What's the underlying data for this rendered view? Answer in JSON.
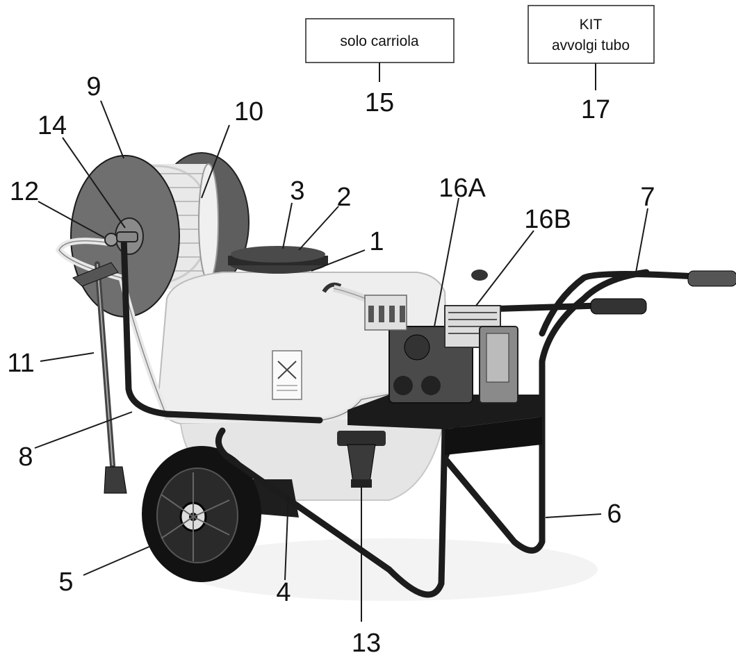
{
  "diagram": {
    "note_boxes": [
      {
        "id": "box15",
        "lines": [
          "solo carriola"
        ]
      },
      {
        "id": "box17",
        "lines": [
          "KIT",
          "avvolgi tubo"
        ]
      }
    ],
    "callouts": [
      "1",
      "2",
      "3",
      "4",
      "5",
      "6",
      "7",
      "8",
      "9",
      "10",
      "11",
      "12",
      "13",
      "14",
      "15",
      "16A",
      "16B",
      "17"
    ],
    "colors": {
      "ink": "#111111",
      "tank": "#eeeeee",
      "reel_drum": "#6f6f6f",
      "frame": "#1c1c1c",
      "tire": "#151515",
      "hose": "#f2f2f2"
    }
  }
}
